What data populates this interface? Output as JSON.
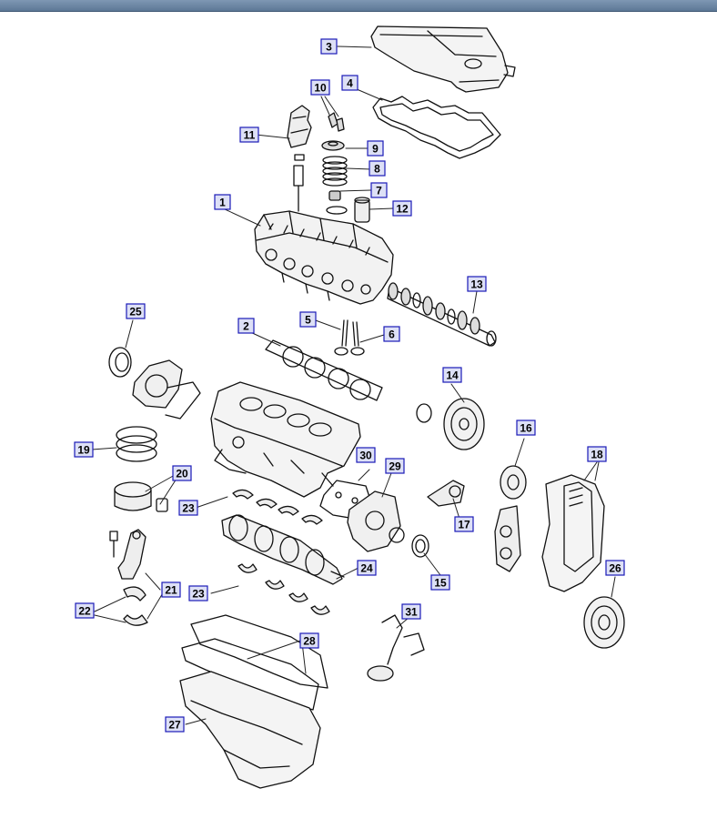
{
  "colors": {
    "titlebar": "#6a84a3",
    "callout_border": "#1a1ab8",
    "callout_fill": "#dde0f6",
    "drawing": "#111111"
  },
  "callouts": [
    {
      "id": "1",
      "label": "1"
    },
    {
      "id": "2",
      "label": "2"
    },
    {
      "id": "3",
      "label": "3"
    },
    {
      "id": "4",
      "label": "4"
    },
    {
      "id": "5",
      "label": "5"
    },
    {
      "id": "6",
      "label": "6"
    },
    {
      "id": "7",
      "label": "7"
    },
    {
      "id": "8",
      "label": "8"
    },
    {
      "id": "9",
      "label": "9"
    },
    {
      "id": "10",
      "label": "10"
    },
    {
      "id": "11",
      "label": "11"
    },
    {
      "id": "12",
      "label": "12"
    },
    {
      "id": "13",
      "label": "13"
    },
    {
      "id": "14",
      "label": "14"
    },
    {
      "id": "15",
      "label": "15"
    },
    {
      "id": "16",
      "label": "16"
    },
    {
      "id": "17",
      "label": "17"
    },
    {
      "id": "18",
      "label": "18"
    },
    {
      "id": "19",
      "label": "19"
    },
    {
      "id": "20",
      "label": "20"
    },
    {
      "id": "21",
      "label": "21"
    },
    {
      "id": "22",
      "label": "22"
    },
    {
      "id": "23a",
      "label": "23"
    },
    {
      "id": "23b",
      "label": "23"
    },
    {
      "id": "24",
      "label": "24"
    },
    {
      "id": "25",
      "label": "25"
    },
    {
      "id": "26",
      "label": "26"
    },
    {
      "id": "27",
      "label": "27"
    },
    {
      "id": "28",
      "label": "28"
    },
    {
      "id": "29",
      "label": "29"
    },
    {
      "id": "30",
      "label": "30"
    },
    {
      "id": "31",
      "label": "31"
    }
  ]
}
